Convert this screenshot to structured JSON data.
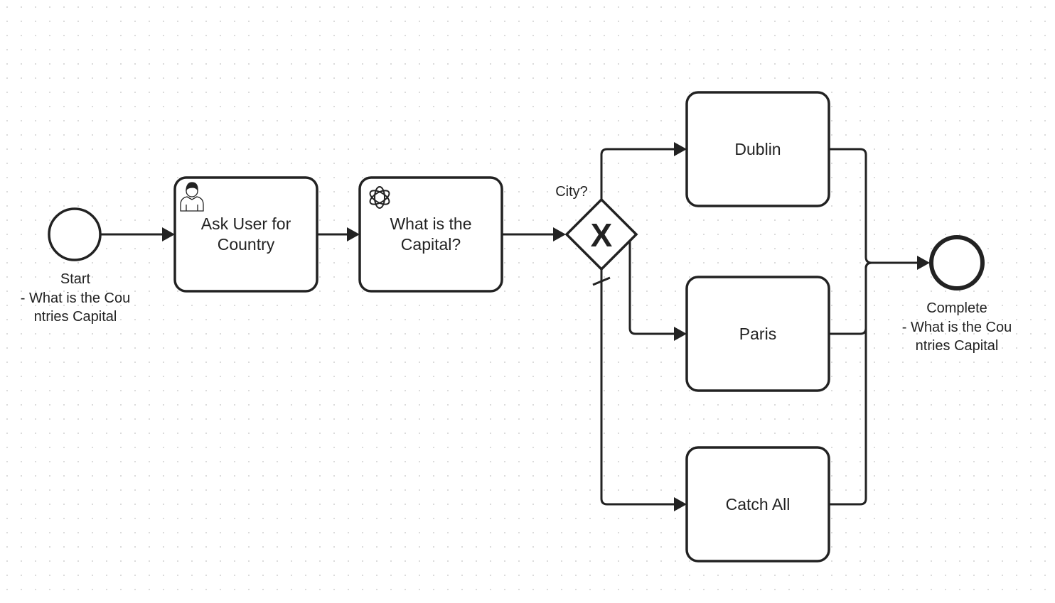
{
  "diagram": {
    "type": "BPMN process",
    "colors": {
      "stroke": "#222222",
      "fill": "#ffffff",
      "text": "#222222",
      "grid_dot": "#d0d0d0"
    },
    "start_event": {
      "lines": [
        "Start",
        "- What is the Cou",
        "ntries Capital"
      ]
    },
    "end_event": {
      "lines": [
        "Complete",
        "- What is the Cou",
        "ntries Capital"
      ]
    },
    "tasks": {
      "ask_user": {
        "lines": [
          "Ask User for",
          "Country"
        ],
        "icon": "user-icon"
      },
      "capital": {
        "lines": [
          "What is the",
          "Capital?"
        ],
        "icon": "openai-icon"
      },
      "dublin": {
        "lines": [
          "Dublin"
        ]
      },
      "paris": {
        "lines": [
          "Paris"
        ]
      },
      "catch_all": {
        "lines": [
          "Catch All"
        ]
      }
    },
    "gateway": {
      "label": "City?",
      "kind": "exclusive",
      "marker": "X"
    }
  }
}
